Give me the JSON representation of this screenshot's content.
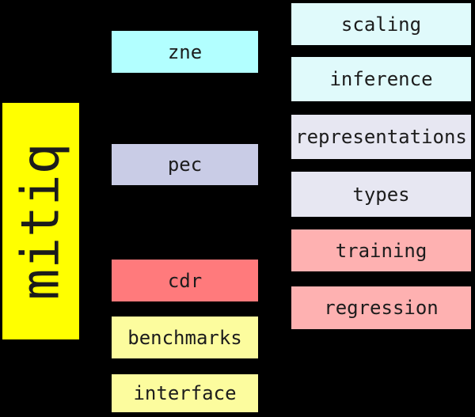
{
  "colors": {
    "background": "#000000",
    "border": "#000000",
    "text": "#1c1c1c"
  },
  "root": {
    "label": "mitiq",
    "fill": "#ffff00"
  },
  "modules": [
    {
      "label": "zne",
      "fill": "#b2ffff"
    },
    {
      "label": "pec",
      "fill": "#c9cce6"
    },
    {
      "label": "cdr",
      "fill": "#ff7a7c"
    },
    {
      "label": "benchmarks",
      "fill": "#fcfc9e"
    },
    {
      "label": "interface",
      "fill": "#fcfc9e"
    }
  ],
  "submodules": [
    {
      "label": "scaling",
      "fill": "#e0fafb"
    },
    {
      "label": "inference",
      "fill": "#e0fafb"
    },
    {
      "label": "representations",
      "fill": "#e7e7f2"
    },
    {
      "label": "types",
      "fill": "#e7e7f2"
    },
    {
      "label": "training",
      "fill": "#feb1b1"
    },
    {
      "label": "regression",
      "fill": "#feb1b1"
    }
  ]
}
